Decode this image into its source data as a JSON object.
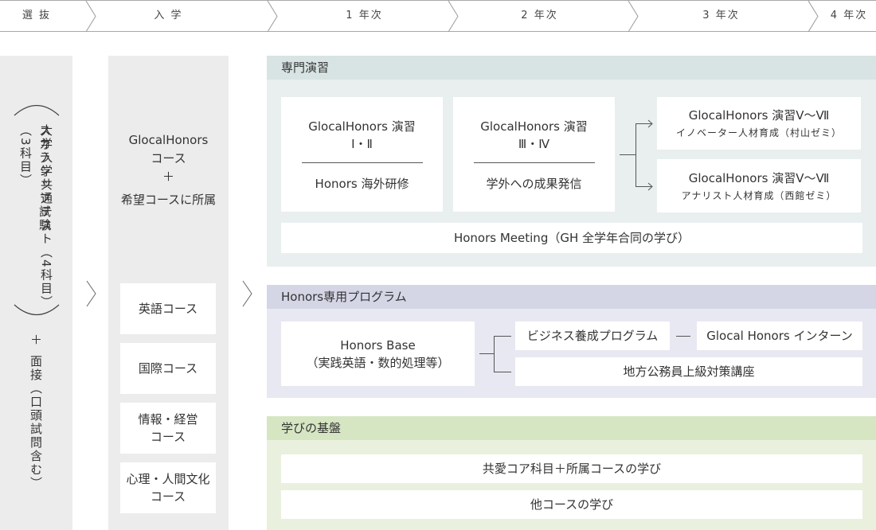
{
  "steps": [
    "選 抜",
    "入 学",
    "1 年次",
    "2 年次",
    "3 年次",
    "4 年次"
  ],
  "selection": {
    "col_a": "大学入学共通テスト",
    "col_a_sub": "（4科目）",
    "col_b": "スカラシップ試験",
    "col_b_sub": "（3科目）",
    "plus": "＋",
    "interview": "面接",
    "interview_sub": "（口頭試問含む）"
  },
  "enrollment": {
    "top_line1": "GlocalHonors",
    "top_line2": "コース",
    "top_plus": "＋",
    "top_line3": "希望コースに所属",
    "courses": [
      {
        "line1": "英語コース",
        "line2": ""
      },
      {
        "line1": "国際コース",
        "line2": ""
      },
      {
        "line1": "情報・経営",
        "line2": "コース"
      },
      {
        "line1": "心理・人間文化",
        "line2": "コース"
      }
    ]
  },
  "seminar": {
    "title": "専門演習",
    "box1_top_a": "GlocalHonors 演習",
    "box1_top_b": "Ⅰ・Ⅱ",
    "box1_bottom": "Honors 海外研修",
    "box2_top_a": "GlocalHonors 演習",
    "box2_top_b": "Ⅲ・Ⅳ",
    "box2_bottom": "学外への成果発信",
    "box3_title": "GlocalHonors 演習Ⅴ～Ⅶ",
    "box3_sub": "イノベーター人材育成（村山ゼミ）",
    "box4_title": "GlocalHonors 演習Ⅴ～Ⅶ",
    "box4_sub": "アナリスト人材育成（西館ゼミ）",
    "meeting": "Honors Meeting（GH 全学年合同の学び）"
  },
  "program": {
    "title": "Honors専用プログラム",
    "base_line1": "Honors Base",
    "base_line2": "（実践英語・数的処理等）",
    "business": "ビジネス養成プログラム",
    "intern": "Glocal Honors インターン",
    "civil": "地方公務員上級対策講座"
  },
  "foundation": {
    "title": "学びの基盤",
    "core": "共愛コア科目＋所属コースの学び",
    "other": "他コースの学び"
  },
  "colors": {
    "gray_bg": "#ececec",
    "seminar_bg": "#e9efef",
    "seminar_head": "#d8e3e3",
    "program_bg": "#e7e8f1",
    "program_head": "#d4d6e6",
    "foundation_bg": "#e9f1de",
    "foundation_head": "#d6e6c3"
  }
}
